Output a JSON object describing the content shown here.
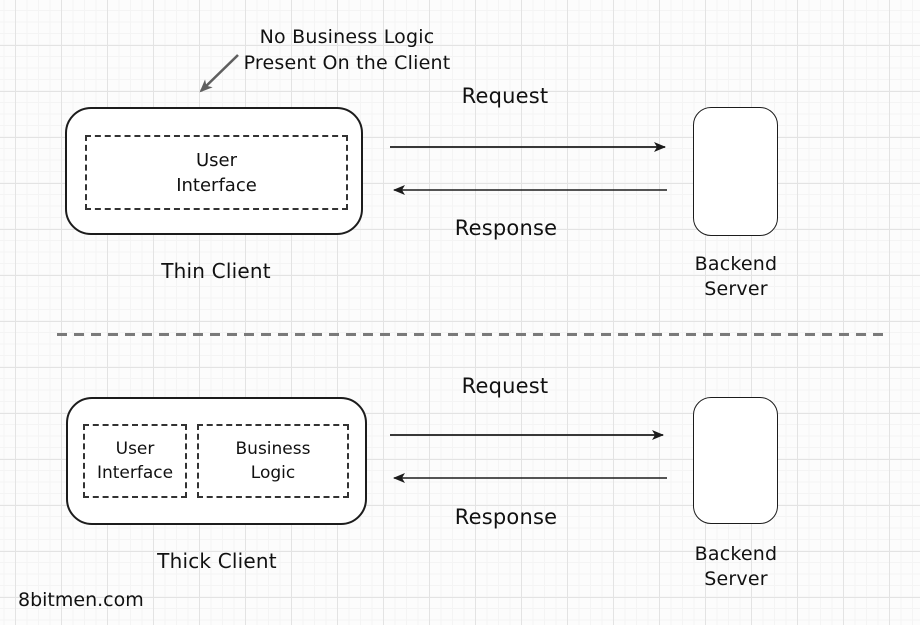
{
  "annotation": {
    "line1": "No Business Logic",
    "line2": "Present On the Client"
  },
  "thin": {
    "label": "Thin Client",
    "ui_line1": "User",
    "ui_line2": "Interface",
    "request": "Request",
    "response": "Response",
    "server_line1": "Backend",
    "server_line2": "Server"
  },
  "thick": {
    "label": "Thick Client",
    "ui_line1": "User",
    "ui_line2": "Interface",
    "bl_line1": "Business",
    "bl_line2": "Logic",
    "request": "Request",
    "response": "Response",
    "server_line1": "Backend",
    "server_line2": "Server"
  },
  "watermark": "8bitmen.com",
  "colors": {
    "ink": "#1c1c1c",
    "text": "#111111",
    "annotation_arrow": "#5f5f5f",
    "divider": "#7a7a7a",
    "grid_major": "#e3e3e3",
    "grid_minor": "#f4f4f4",
    "background": "#fcfcfc",
    "box_fill": "#ffffff"
  }
}
